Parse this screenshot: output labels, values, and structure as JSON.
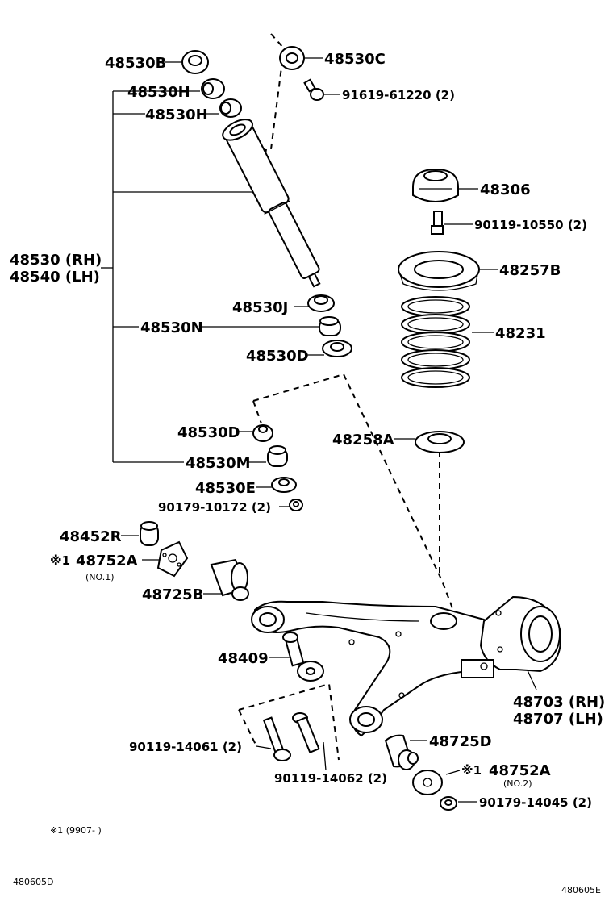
{
  "labels": {
    "p48530B": "48530B",
    "p48530C": "48530C",
    "p48530H_1": "48530H",
    "p91619": "91619-61220 (2)",
    "p48530H_2": "48530H",
    "p48306": "48306",
    "p90119_10550": "90119-10550 (2)",
    "p48530RH": "48530 (RH)",
    "p48540LH": "48540 (LH)",
    "p48257B": "48257B",
    "p48530J": "48530J",
    "p48231": "48231",
    "p48530N": "48530N",
    "p48530D_1": "48530D",
    "p48530D_2": "48530D",
    "p48258A": "48258A",
    "p48530M": "48530M",
    "p48530E": "48530E",
    "p90179_10172": "90179-10172 (2)",
    "p48452R": "48452R",
    "p48752A_1_mark": "※1",
    "p48752A_1": "48752A",
    "p48752A_1_sub": "(NO.1)",
    "p48725B": "48725B",
    "p48409": "48409",
    "p48703RH": "48703 (RH)",
    "p48707LH": "48707 (LH)",
    "p48725D": "48725D",
    "p90119_14061": "90119-14061 (2)",
    "p48752A_2_mark": "※1",
    "p48752A_2": "48752A",
    "p48752A_2_sub": "(NO.2)",
    "p90119_14062": "90119-14062 (2)",
    "p90179_14045": "90179-14045 (2)",
    "footnote": "※1  (9907-      )",
    "code_left": "480605D",
    "code_right": "480605E"
  }
}
